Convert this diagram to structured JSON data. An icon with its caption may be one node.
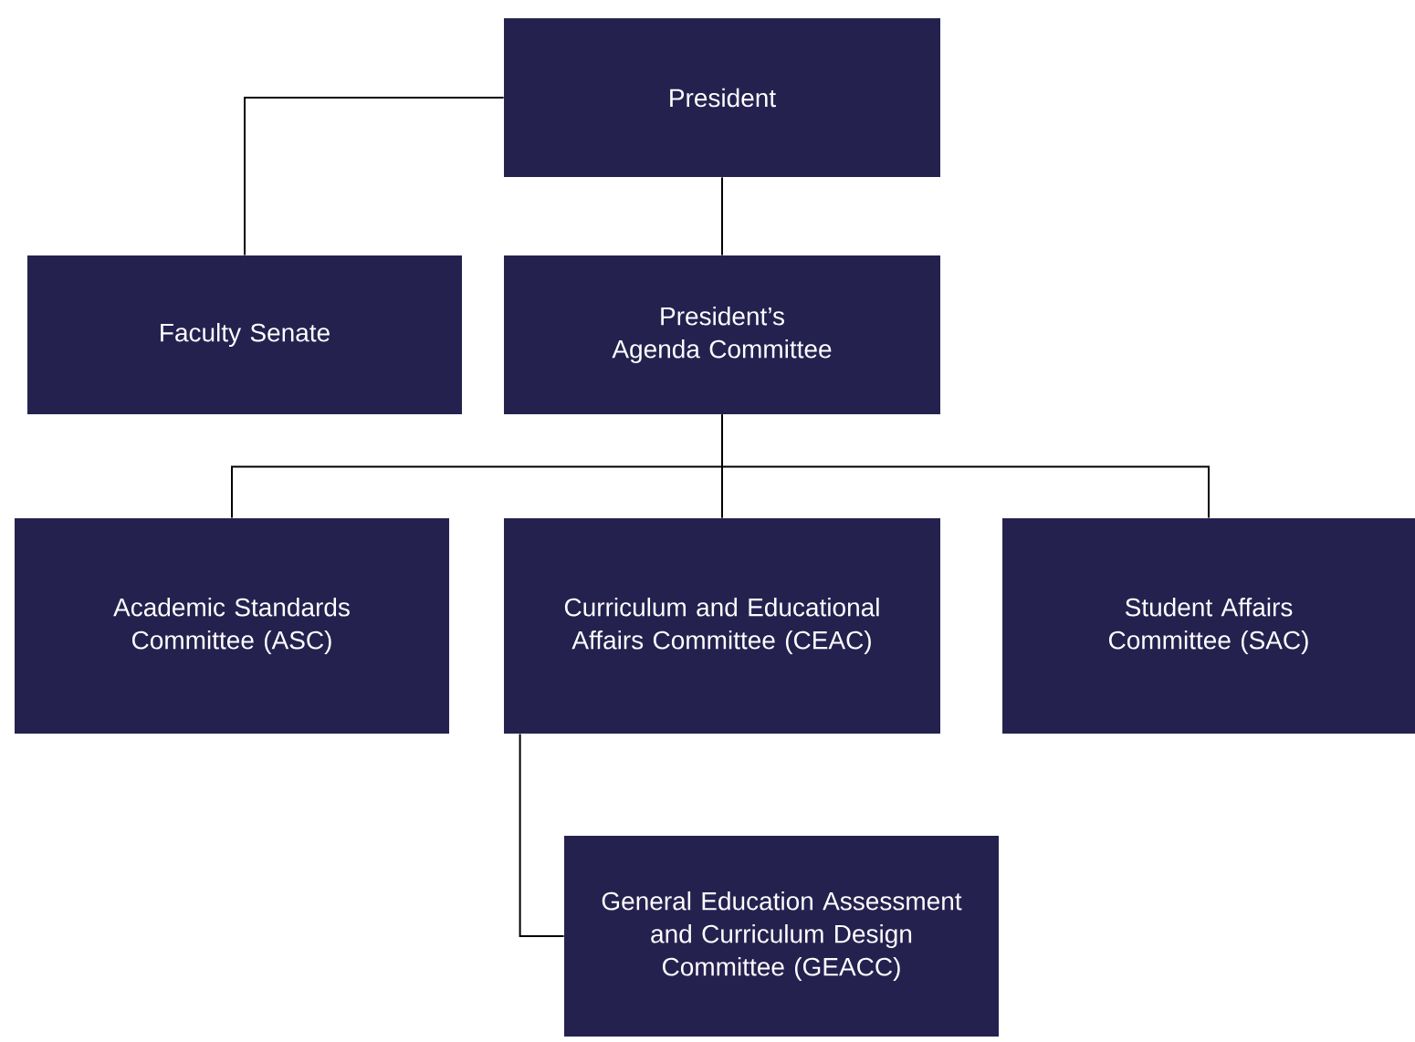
{
  "diagram": {
    "nodes": [
      {
        "text": [
          "President"
        ]
      },
      {
        "text": [
          "Faculty Senate"
        ]
      },
      {
        "text": [
          "President’s Agenda Committee"
        ]
      },
      {
        "text": [
          "Academic Standards Committee (ASC)"
        ]
      },
      {
        "text": [
          "Curriculum and Educational Affairs Committee (CEAC)"
        ]
      },
      {
        "text": [
          "Student Affairs Committee (SAC)"
        ]
      },
      {
        "text": [
          "General Education Assessment and Curriculum Design Committee (GEACC)"
        ]
      }
    ],
    "edges": [
      {
        "from": 0,
        "to": 1,
        "arrow": "none"
      },
      {
        "from": 0,
        "to": 2,
        "arrow": "none"
      },
      {
        "from": 2,
        "to": 3,
        "arrow": "none"
      },
      {
        "from": 2,
        "to": 4,
        "arrow": "none"
      },
      {
        "from": 2,
        "to": 5,
        "arrow": "none"
      },
      {
        "from": 4,
        "to": 6,
        "arrow": "none"
      }
    ]
  }
}
